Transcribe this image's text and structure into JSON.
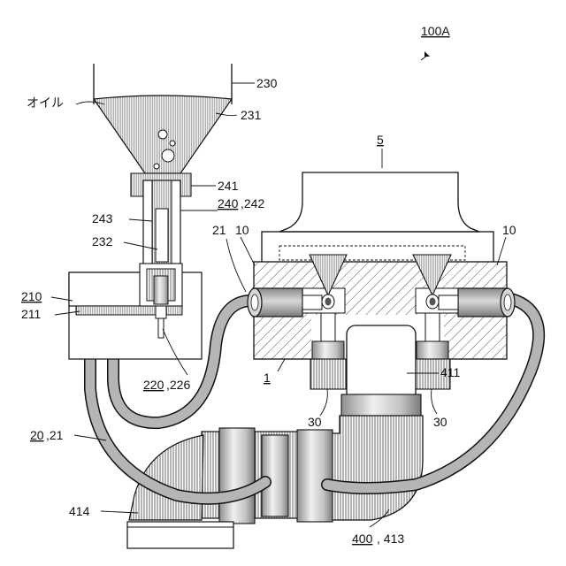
{
  "figure_id": "100A",
  "labels": {
    "oil": "オイル",
    "l230": "230",
    "l231": "231",
    "l5": "5",
    "l241": "241",
    "l240": "240",
    "l242": ",242",
    "l243": "243",
    "l21a": "21",
    "l10a": "10",
    "l10b": "10",
    "l232": "232",
    "l210": "210",
    "l211": "211",
    "l220": "220",
    "l226": ",226",
    "l1": "1",
    "l411": "411",
    "l30a": "30",
    "l30b": "30",
    "l20": "20",
    "l21b": ",21",
    "l414": "414",
    "l400": "400",
    "l413": ", 413"
  },
  "colors": {
    "stroke": "#111111",
    "hatch": "#555555",
    "tube": "#9a9a9a",
    "metal": "#c8c8c8"
  }
}
